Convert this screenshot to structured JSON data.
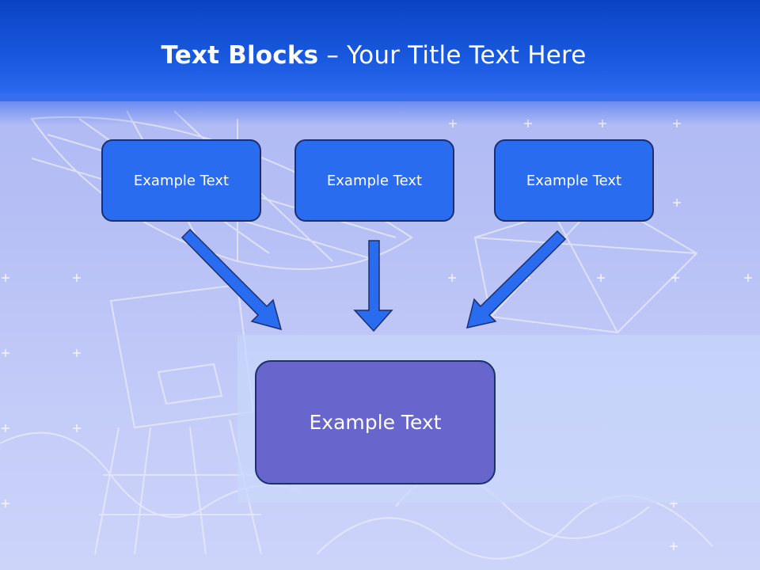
{
  "slide": {
    "title_bold": "Text Blocks",
    "title_rest": " – Your Title Text Here",
    "blocks": [
      "Example Text",
      "Example Text",
      "Example Text"
    ],
    "center_block": "Example Text"
  },
  "colors": {
    "header": "#0a44c4",
    "block_fill": "#2a6cf0",
    "center_fill": "#6865cc",
    "arrow": "#2a6cf0",
    "background": "#b7c0f5"
  },
  "icons": [
    "satellite-dish-illustration",
    "down-arrow-icon"
  ]
}
